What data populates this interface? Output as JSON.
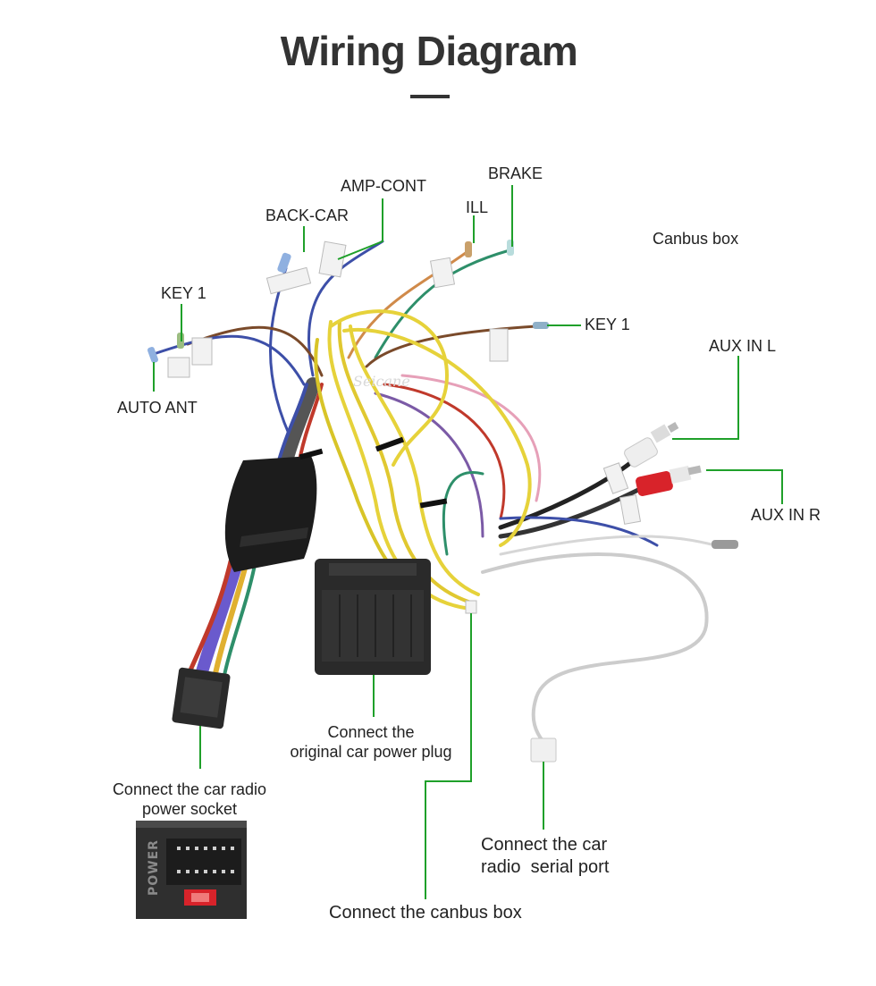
{
  "title": "Wiring Diagram",
  "colors": {
    "leader": "#1fa02a",
    "wire_yellow": "#e6d23a",
    "connector": "#2a2a2a",
    "rca_red": "#d8232a",
    "rca_white": "#eeeeee"
  },
  "labels": {
    "brake": "BRAKE",
    "amp_cont": "AMP-CONT",
    "ill": "ILL",
    "back_car": "BACK-CAR",
    "canbus_box": "Canbus box",
    "key1_left": "KEY 1",
    "key1_right": "KEY 1",
    "aux_in_l": "AUX IN L",
    "auto_ant": "AUTO ANT",
    "aux_in_r": "AUX IN R",
    "power_plug_line1": "Connect the",
    "power_plug_line2": "original car power plug",
    "radio_socket_line1": "Connect the car radio",
    "radio_socket_line2": "power socket",
    "serial_line1": "Connect the car",
    "serial_line2": "radio  serial port",
    "canbus_connect": "Connect the canbus box"
  },
  "photo_text": {
    "power_label": "POWER",
    "watermark": "Seicane"
  }
}
